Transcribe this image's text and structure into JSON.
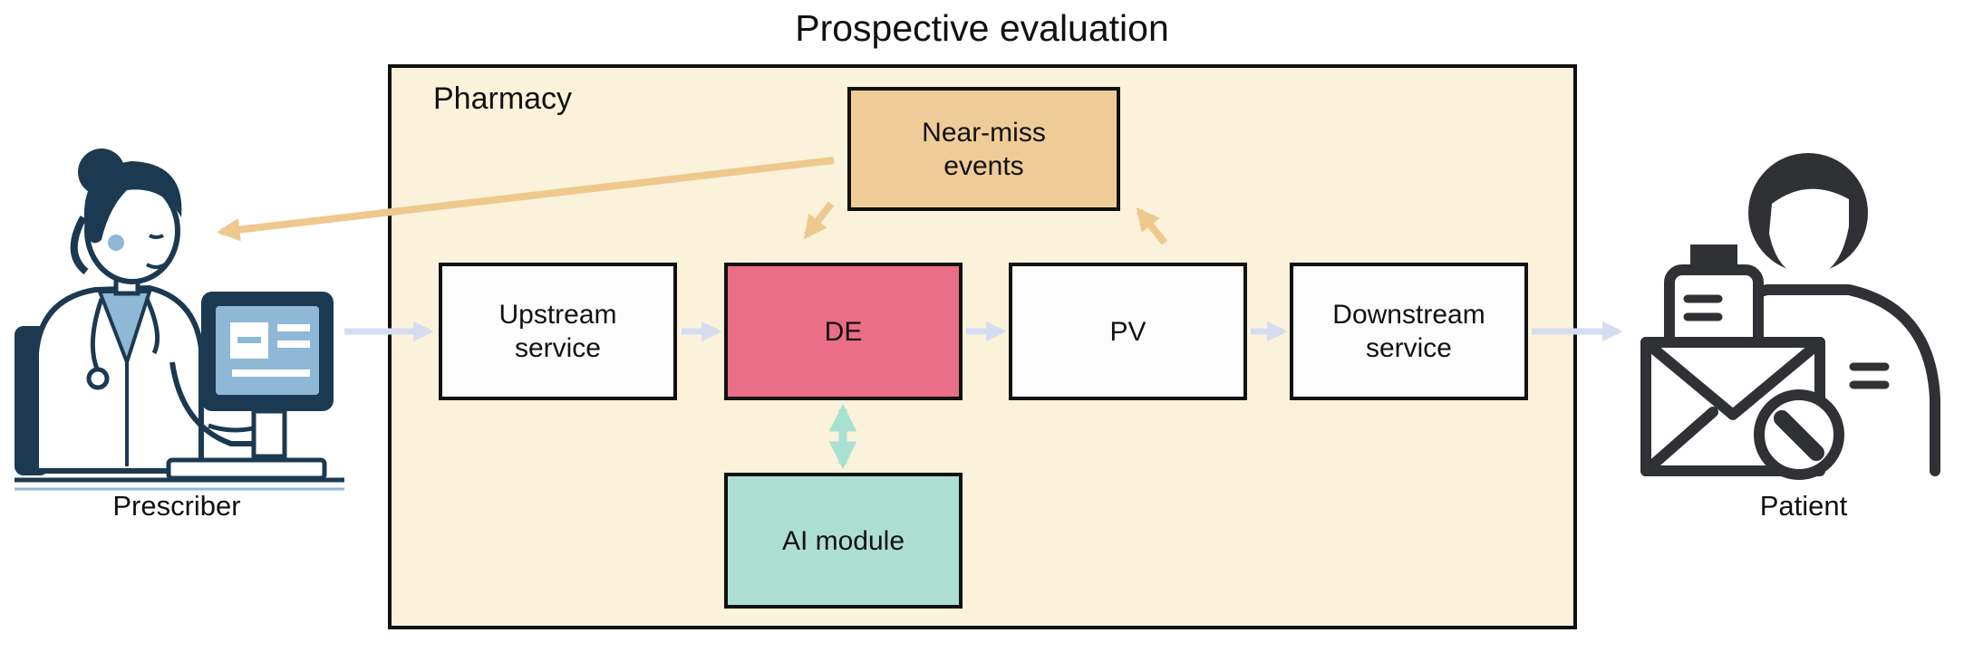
{
  "title": "Prospective evaluation",
  "pharmacy": {
    "label": "Pharmacy"
  },
  "boxes": {
    "near_miss": {
      "label": "Near-miss\nevents",
      "color": "#efcc97"
    },
    "upstream": {
      "label": "Upstream\nservice",
      "color": "#fcfcfc"
    },
    "de": {
      "label": "DE",
      "color": "#ea6e85"
    },
    "pv": {
      "label": "PV",
      "color": "#fcfcfc"
    },
    "downstream": {
      "label": "Downstream\nservice",
      "color": "#fcfcfc"
    },
    "ai_module": {
      "label": "AI module",
      "color": "#acdfd2"
    }
  },
  "actors": {
    "prescriber": {
      "label": "Prescriber",
      "icon": "doctor-at-computer-icon"
    },
    "patient": {
      "label": "Patient",
      "icon": "patient-with-medication-package-icon"
    }
  },
  "colors": {
    "flow_arrow": "#d4ddf0",
    "feedback_arrow": "#efc88d",
    "bidirectional_arrow": "#a8e0d2",
    "outline": "#111111",
    "icon_dark": "#1b3a52",
    "icon_blue": "#8fb7d6"
  }
}
